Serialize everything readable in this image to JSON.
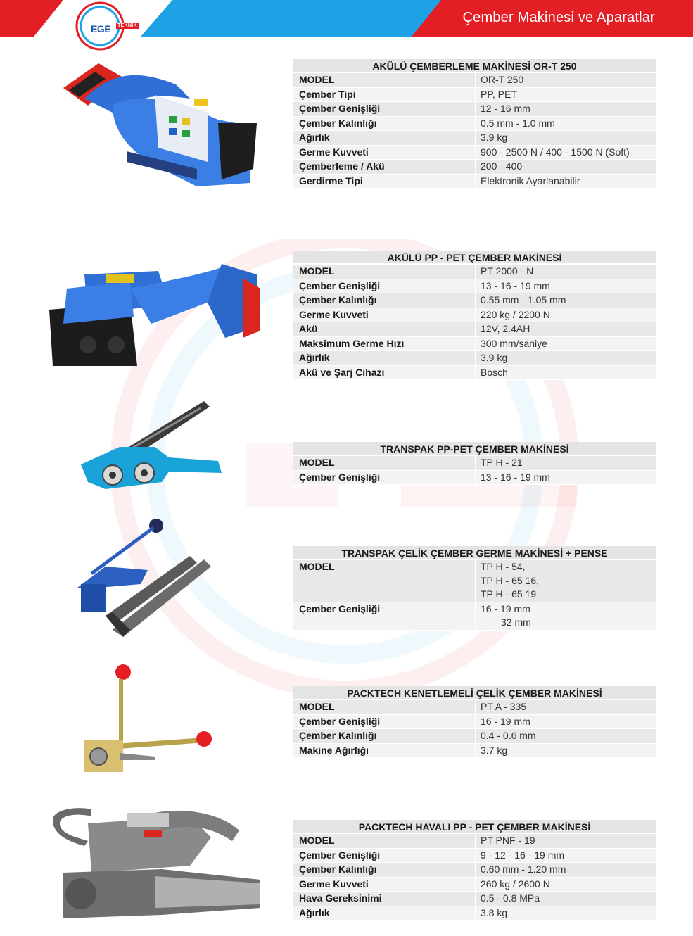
{
  "header": {
    "title": "Çember Makinesi ve Aparatlar",
    "logo_text": "EGE",
    "logo_badge": "TEKNİK",
    "colors": {
      "red": "#e31e24",
      "blue": "#1fa1e6"
    }
  },
  "products": [
    {
      "title": "AKÜLÜ ÇEMBERLEME MAKİNESİ OR-T 250",
      "image": "battery-strapping-tool-icon",
      "rows": [
        {
          "k": "MODEL",
          "v": [
            "OR-T 250"
          ]
        },
        {
          "k": "Çember Tipi",
          "v": [
            "PP, PET"
          ]
        },
        {
          "k": "Çember Genişliği",
          "v": [
            "12 - 16 mm"
          ]
        },
        {
          "k": "Çember Kalınlığı",
          "v": [
            "0.5 mm - 1.0 mm"
          ]
        },
        {
          "k": "Ağırlık",
          "v": [
            "3.9 kg"
          ]
        },
        {
          "k": "Germe Kuvveti",
          "v": [
            "900 - 2500 N / 400 - 1500 N (Soft)"
          ]
        },
        {
          "k": "Çemberleme / Akü",
          "v": [
            "200 - 400"
          ]
        },
        {
          "k": "Gerdirme Tipi",
          "v": [
            "Elektronik Ayarlanabilir"
          ]
        }
      ]
    },
    {
      "title": "AKÜLÜ PP - PET ÇEMBER MAKİNESİ",
      "image": "battery-strapping-tool-icon",
      "rows": [
        {
          "k": "MODEL",
          "v": [
            "PT 2000 - N"
          ]
        },
        {
          "k": "Çember Genişliği",
          "v": [
            "13 - 16 - 19 mm"
          ]
        },
        {
          "k": "Çember Kalınlığı",
          "v": [
            "0.55 mm - 1.05 mm"
          ]
        },
        {
          "k": "Germe Kuvveti",
          "v": [
            "220 kg / 2200 N"
          ]
        },
        {
          "k": "Akü",
          "v": [
            "12V, 2.4AH"
          ]
        },
        {
          "k": "Maksimum Germe Hızı",
          "v": [
            "300 mm/saniye"
          ]
        },
        {
          "k": "Ağırlık",
          "v": [
            "3.9 kg"
          ]
        },
        {
          "k": "Akü ve Şarj Cihazı",
          "v": [
            "Bosch"
          ]
        }
      ]
    },
    {
      "title": "TRANSPAK PP-PET ÇEMBER MAKİNESİ",
      "image": "manual-tensioner-icon",
      "rows": [
        {
          "k": "MODEL",
          "v": [
            "TP H - 21"
          ]
        },
        {
          "k": "Çember Genişliği",
          "v": [
            "13 - 16 - 19 mm"
          ]
        }
      ]
    },
    {
      "title": "TRANSPAK ÇELİK ÇEMBER GERME MAKİNESİ + PENSE",
      "image": "steel-tensioner-pliers-icon",
      "rows": [
        {
          "k": "MODEL",
          "v": [
            "TP H - 54,",
            "TP H - 65 16,",
            "TP H - 65 19"
          ]
        },
        {
          "k": "Çember Genişliği",
          "v": [
            "16 - 19 mm",
            "32 mm"
          ]
        }
      ]
    },
    {
      "title": "PACKTECH KENETLEMELİ ÇELİK ÇEMBER MAKİNESİ",
      "image": "lever-sealer-icon",
      "rows": [
        {
          "k": "MODEL",
          "v": [
            "PT A - 335"
          ]
        },
        {
          "k": "Çember Genişliği",
          "v": [
            "16 - 19 mm"
          ]
        },
        {
          "k": "Çember Kalınlığı",
          "v": [
            "0.4 - 0.6 mm"
          ]
        },
        {
          "k": "Makine Ağırlığı",
          "v": [
            "3.7 kg"
          ]
        }
      ]
    },
    {
      "title": "PACKTECH HAVALI PP - PET ÇEMBER MAKİNESİ",
      "image": "pneumatic-strapping-tool-icon",
      "rows": [
        {
          "k": "MODEL",
          "v": [
            "PT PNF - 19"
          ]
        },
        {
          "k": "Çember Genişliği",
          "v": [
            "9 - 12 - 16 - 19 mm"
          ]
        },
        {
          "k": "Çember Kalınlığı",
          "v": [
            "0.60 mm - 1.20 mm"
          ]
        },
        {
          "k": "Germe Kuvveti",
          "v": [
            "260 kg / 2600 N"
          ]
        },
        {
          "k": "Hava Gereksinimi",
          "v": [
            "0.5 - 0.8 MPa"
          ]
        },
        {
          "k": "Ağırlık",
          "v": [
            "3.8 kg"
          ]
        }
      ]
    }
  ]
}
